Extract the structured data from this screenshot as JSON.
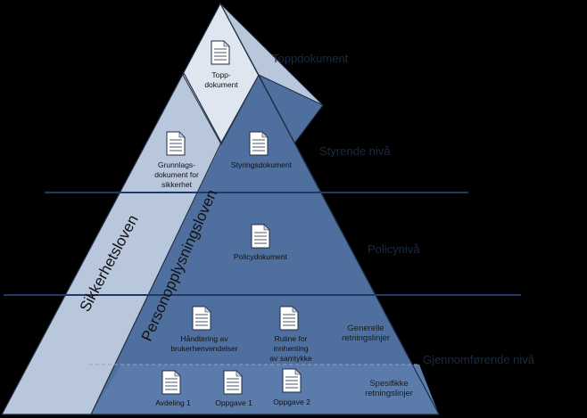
{
  "colors": {
    "background": "#000000",
    "left_face": "#b8c7dc",
    "right_face": "#4f6f9e",
    "right_face_lower": "#5b7bab",
    "top_face": "#dfe6ef",
    "edge": "#1f2d44",
    "level_line": "#1f3a66"
  },
  "documents": {
    "top": {
      "line1": "Topp-",
      "line2": "dokument"
    },
    "grunnlag": {
      "line1": "Grunnlags-",
      "line2": "dokument for",
      "line3": "sikkerhet"
    },
    "styring": {
      "line1": "Styringsdokument"
    },
    "policy": {
      "line1": "Policydokument"
    },
    "handtering": {
      "line1": "Håndtering av",
      "line2": "brukerhenvendelser"
    },
    "rutine": {
      "line1": "Rutine for",
      "line2": "innhenting",
      "line3": "av samtykke"
    },
    "avdeling1": {
      "line1": "Avdeling 1"
    },
    "oppgave1": {
      "line1": "Oppgave 1"
    },
    "oppgave2": {
      "line1": "Oppgave 2"
    }
  },
  "side_labels": {
    "generelle": {
      "line1": "Generelle",
      "line2": "retningslinjer"
    },
    "spesifikke": {
      "line1": "Spesifikke",
      "line2": "retningslinjer"
    }
  },
  "laws": {
    "sikkerhet": "Sikkerhetsloven",
    "personopplysning": "Personopplysningsloven"
  },
  "level_labels": {
    "toppdokument": "Toppdokument",
    "styrende": "Styrende nivå",
    "policy": "Policynivå",
    "gjennomforende": "Gjennomførende nivå"
  }
}
